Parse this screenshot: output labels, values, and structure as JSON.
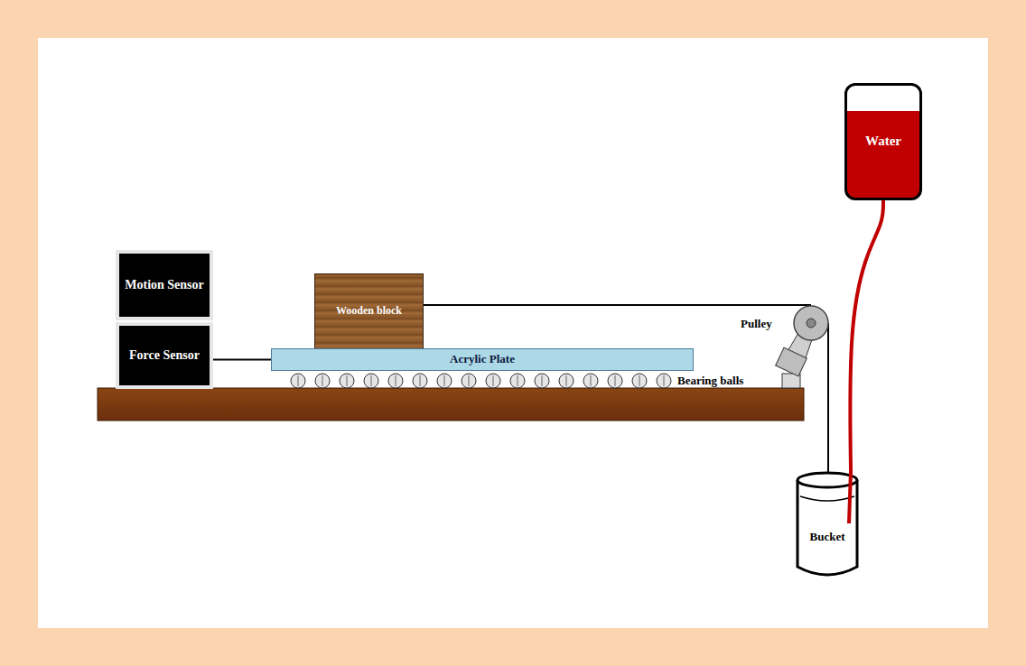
{
  "diagram": {
    "nodes": [
      {
        "text": [
          "Motion Sensor"
        ]
      },
      {
        "text": [
          "Force Sensor"
        ]
      },
      {
        "text": [
          "Wooden block"
        ]
      },
      {
        "text": [
          "Acrylic Plate"
        ]
      },
      {
        "text": [
          "Pulley"
        ]
      },
      {
        "text": [
          "Water"
        ]
      },
      {
        "text": [
          "Bucket"
        ]
      }
    ],
    "edges": [
      {
        "from": 1,
        "to": 3,
        "arrow": "none"
      },
      {
        "from": 2,
        "to": 4,
        "arrow": "none"
      },
      {
        "from": 4,
        "to": 6,
        "arrow": "none"
      },
      {
        "from": 5,
        "to": 6,
        "arrow": "none"
      }
    ],
    "labels": [
      "Bearing balls"
    ]
  }
}
